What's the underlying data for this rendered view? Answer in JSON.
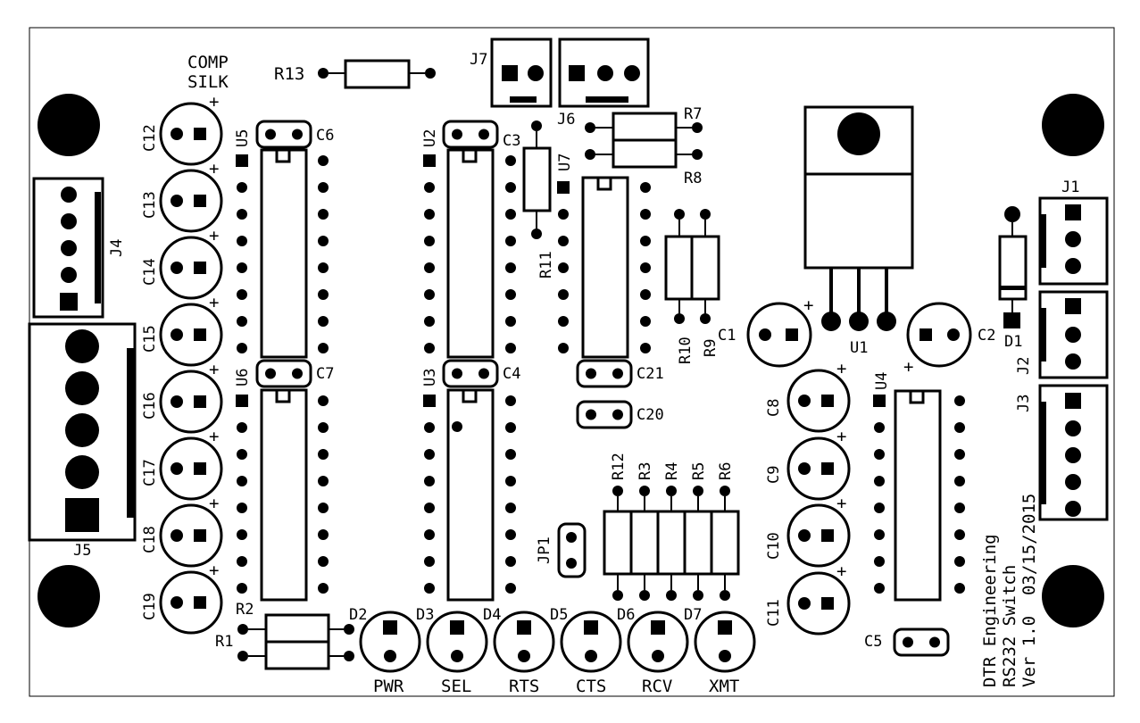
{
  "board": {
    "silk_title_1": "COMP",
    "silk_title_2": "SILK",
    "credit": {
      "line1": "DTR Engineering",
      "line2": "RS232 Switch",
      "line3": "Ver 1.0  03/15/2015"
    }
  },
  "refs": {
    "C1": "C1",
    "C2": "C2",
    "C3": "C3",
    "C4": "C4",
    "C5": "C5",
    "C6": "C6",
    "C7": "C7",
    "C8": "C8",
    "C9": "C9",
    "C10": "C10",
    "C11": "C11",
    "C12": "C12",
    "C13": "C13",
    "C14": "C14",
    "C15": "C15",
    "C16": "C16",
    "C17": "C17",
    "C18": "C18",
    "C19": "C19",
    "C20": "C20",
    "C21": "C21",
    "D1": "D1",
    "D2": "D2",
    "D3": "D3",
    "D4": "D4",
    "D5": "D5",
    "D6": "D6",
    "D7": "D7",
    "J1": "J1",
    "J2": "J2",
    "J3": "J3",
    "J4": "J4",
    "J5": "J5",
    "J6": "J6",
    "J7": "J7",
    "JP1": "JP1",
    "R1": "R1",
    "R2": "R2",
    "R3": "R3",
    "R4": "R4",
    "R5": "R5",
    "R6": "R6",
    "R7": "R7",
    "R8": "R8",
    "R9": "R9",
    "R10": "R10",
    "R11": "R11",
    "R12": "R12",
    "R13": "R13",
    "U1": "U1",
    "U2": "U2",
    "U3": "U3",
    "U4": "U4",
    "U5": "U5",
    "U6": "U6",
    "U7": "U7"
  },
  "leds": {
    "D2": "PWR",
    "D3": "SEL",
    "D4": "RTS",
    "D5": "CTS",
    "D6": "RCV",
    "D7": "XMT"
  },
  "colors": {
    "ink": "#000000",
    "board": "#ffffff"
  }
}
